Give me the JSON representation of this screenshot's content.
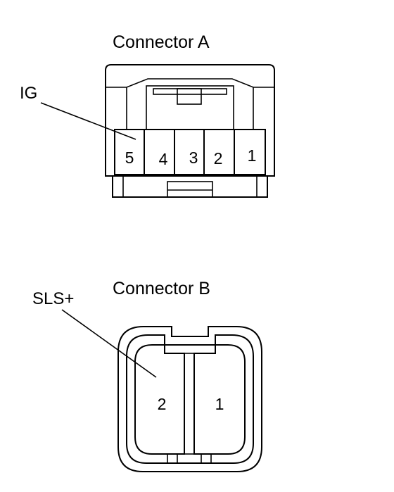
{
  "connector_a": {
    "title": "Connector A",
    "callout": "IG",
    "pins": [
      "5",
      "4",
      "3",
      "2",
      "1"
    ]
  },
  "connector_b": {
    "title": "Connector B",
    "callout": "SLS+",
    "pins": [
      "2",
      "1"
    ]
  }
}
